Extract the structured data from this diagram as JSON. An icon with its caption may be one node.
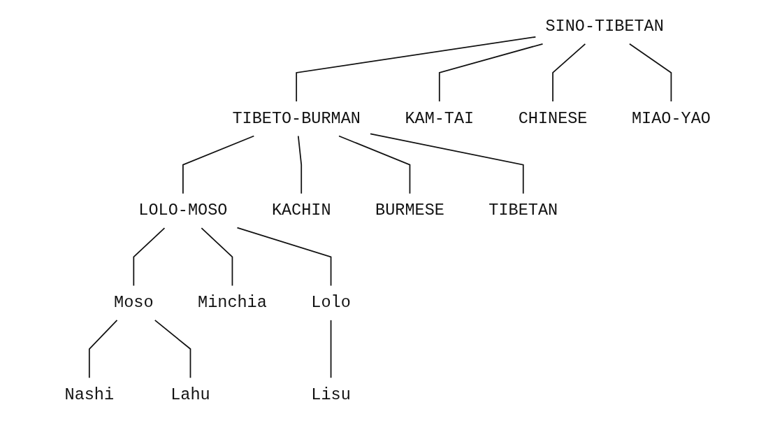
{
  "diagram": {
    "nodes": [
      {
        "text": [
          "SINO-TIBETAN"
        ]
      },
      {
        "text": [
          "TIBETO-BURMAN"
        ]
      },
      {
        "text": [
          "KAM-TAI"
        ]
      },
      {
        "text": [
          "CHINESE"
        ]
      },
      {
        "text": [
          "MIAO-YAO"
        ]
      },
      {
        "text": [
          "LOLO-MOSO"
        ]
      },
      {
        "text": [
          "KACHIN"
        ]
      },
      {
        "text": [
          "BURMESE"
        ]
      },
      {
        "text": [
          "TIBETAN"
        ]
      },
      {
        "text": [
          "Moso"
        ]
      },
      {
        "text": [
          "Minchia"
        ]
      },
      {
        "text": [
          "Lolo"
        ]
      },
      {
        "text": [
          "Nashi"
        ]
      },
      {
        "text": [
          "Lahu"
        ]
      },
      {
        "text": [
          "Lisu"
        ]
      }
    ],
    "edges": [
      {
        "from": 0,
        "to": 1,
        "arrow": "none"
      },
      {
        "from": 0,
        "to": 2,
        "arrow": "none"
      },
      {
        "from": 0,
        "to": 3,
        "arrow": "none"
      },
      {
        "from": 0,
        "to": 4,
        "arrow": "none"
      },
      {
        "from": 1,
        "to": 5,
        "arrow": "none"
      },
      {
        "from": 1,
        "to": 6,
        "arrow": "none"
      },
      {
        "from": 1,
        "to": 7,
        "arrow": "none"
      },
      {
        "from": 1,
        "to": 8,
        "arrow": "none"
      },
      {
        "from": 5,
        "to": 9,
        "arrow": "none"
      },
      {
        "from": 5,
        "to": 10,
        "arrow": "none"
      },
      {
        "from": 5,
        "to": 11,
        "arrow": "none"
      },
      {
        "from": 9,
        "to": 12,
        "arrow": "none"
      },
      {
        "from": 9,
        "to": 13,
        "arrow": "none"
      },
      {
        "from": 11,
        "to": 14,
        "arrow": "none"
      }
    ]
  }
}
